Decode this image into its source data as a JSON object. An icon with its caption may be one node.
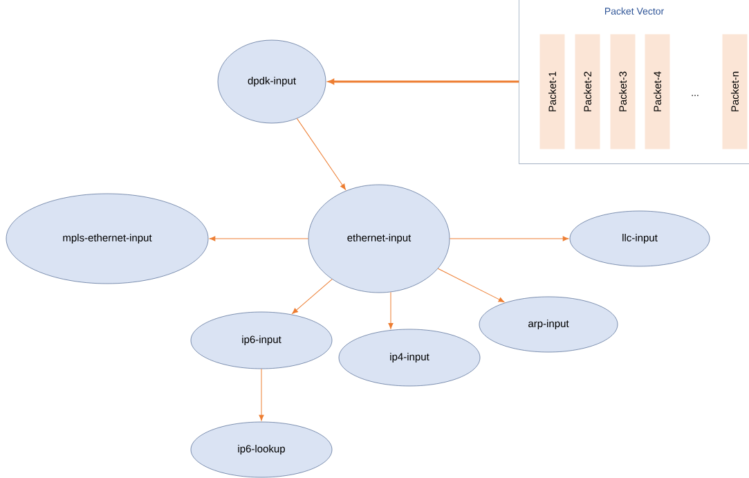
{
  "diagram": {
    "nodes": [
      {
        "text": [
          "dpdk-input"
        ]
      },
      {
        "text": [
          "Packet Vector"
        ]
      },
      {
        "text": [
          "Packet-1"
        ],
        "in": 1
      },
      {
        "text": [
          "Packet-2"
        ],
        "in": 1
      },
      {
        "text": [
          "Packet-3"
        ],
        "in": 1
      },
      {
        "text": [
          "Packet-4"
        ],
        "in": 1
      },
      {
        "text": [
          "Packet-n"
        ],
        "in": 1
      },
      {
        "text": [
          "mpls-ethernet-input"
        ]
      },
      {
        "text": [
          "ethernet-input"
        ]
      },
      {
        "text": [
          "llc-input"
        ]
      },
      {
        "text": [
          "ip6-input"
        ]
      },
      {
        "text": [
          "ip4-input"
        ]
      },
      {
        "text": [
          "arp-input"
        ]
      },
      {
        "text": [
          "ip6-lookup"
        ]
      }
    ],
    "edges": [
      {
        "from": 1,
        "to": 0,
        "arrow": "to",
        "style": "thick"
      },
      {
        "from": 0,
        "to": 8,
        "arrow": "to"
      },
      {
        "from": 8,
        "to": 7,
        "arrow": "to"
      },
      {
        "from": 8,
        "to": 9,
        "arrow": "to"
      },
      {
        "from": 8,
        "to": 10,
        "arrow": "to"
      },
      {
        "from": 8,
        "to": 11,
        "arrow": "to"
      },
      {
        "from": 8,
        "to": 12,
        "arrow": "to"
      },
      {
        "from": 10,
        "to": 13,
        "arrow": "to"
      }
    ],
    "labels": [
      "..."
    ]
  }
}
